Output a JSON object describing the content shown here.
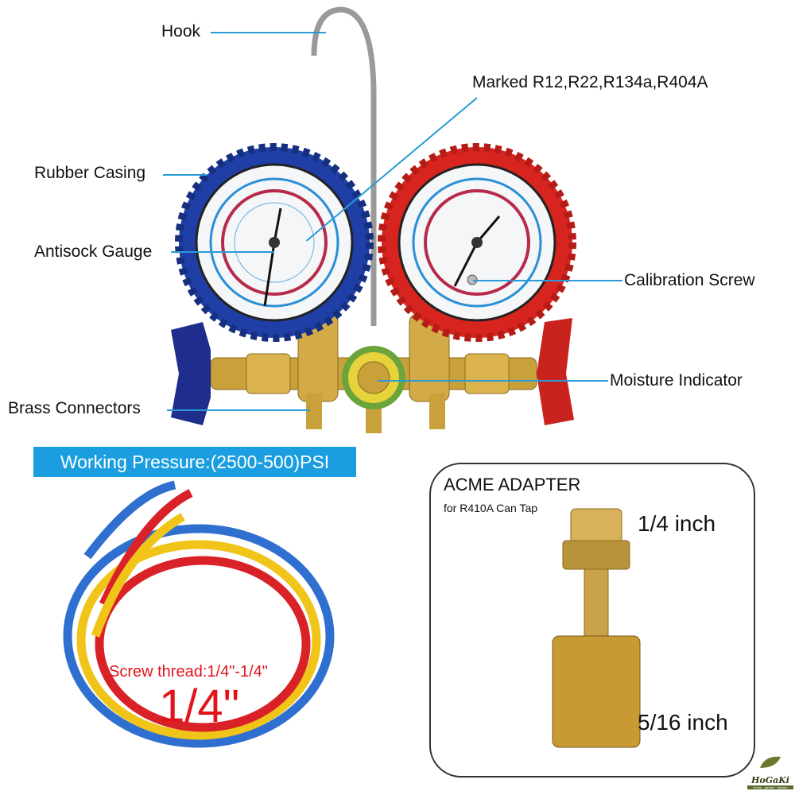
{
  "labels": {
    "hook": "Hook",
    "marked": "Marked R12,R22,R134a,R404A",
    "rubber_casing": "Rubber Casing",
    "antishock_gauge": "Antisock Gauge",
    "calibration_screw": "Calibration Screw",
    "moisture_indicator": "Moisture Indicator",
    "brass_connectors": "Brass Connectors"
  },
  "banner": "Working Pressure:(2500-500)PSI",
  "hoses": {
    "thread_text": "Screw thread:1/4\"-1/4\"",
    "size_text": "1/4\""
  },
  "adapter": {
    "title": "ACME ADAPTER",
    "subtitle": "for R410A Can Tap",
    "top_size": "1/4 inch",
    "bottom_size": "5/16 inch"
  },
  "logo": {
    "name": "HoGaKi",
    "tagline": "Home - garden - kitchen"
  },
  "colors": {
    "accent": "#1b9ee0",
    "line": "#2a9bd6",
    "red_text": "#e2141b",
    "blue_gauge": "#1f3fa6",
    "red_gauge": "#d8241f",
    "brass": "#c9a13a"
  }
}
